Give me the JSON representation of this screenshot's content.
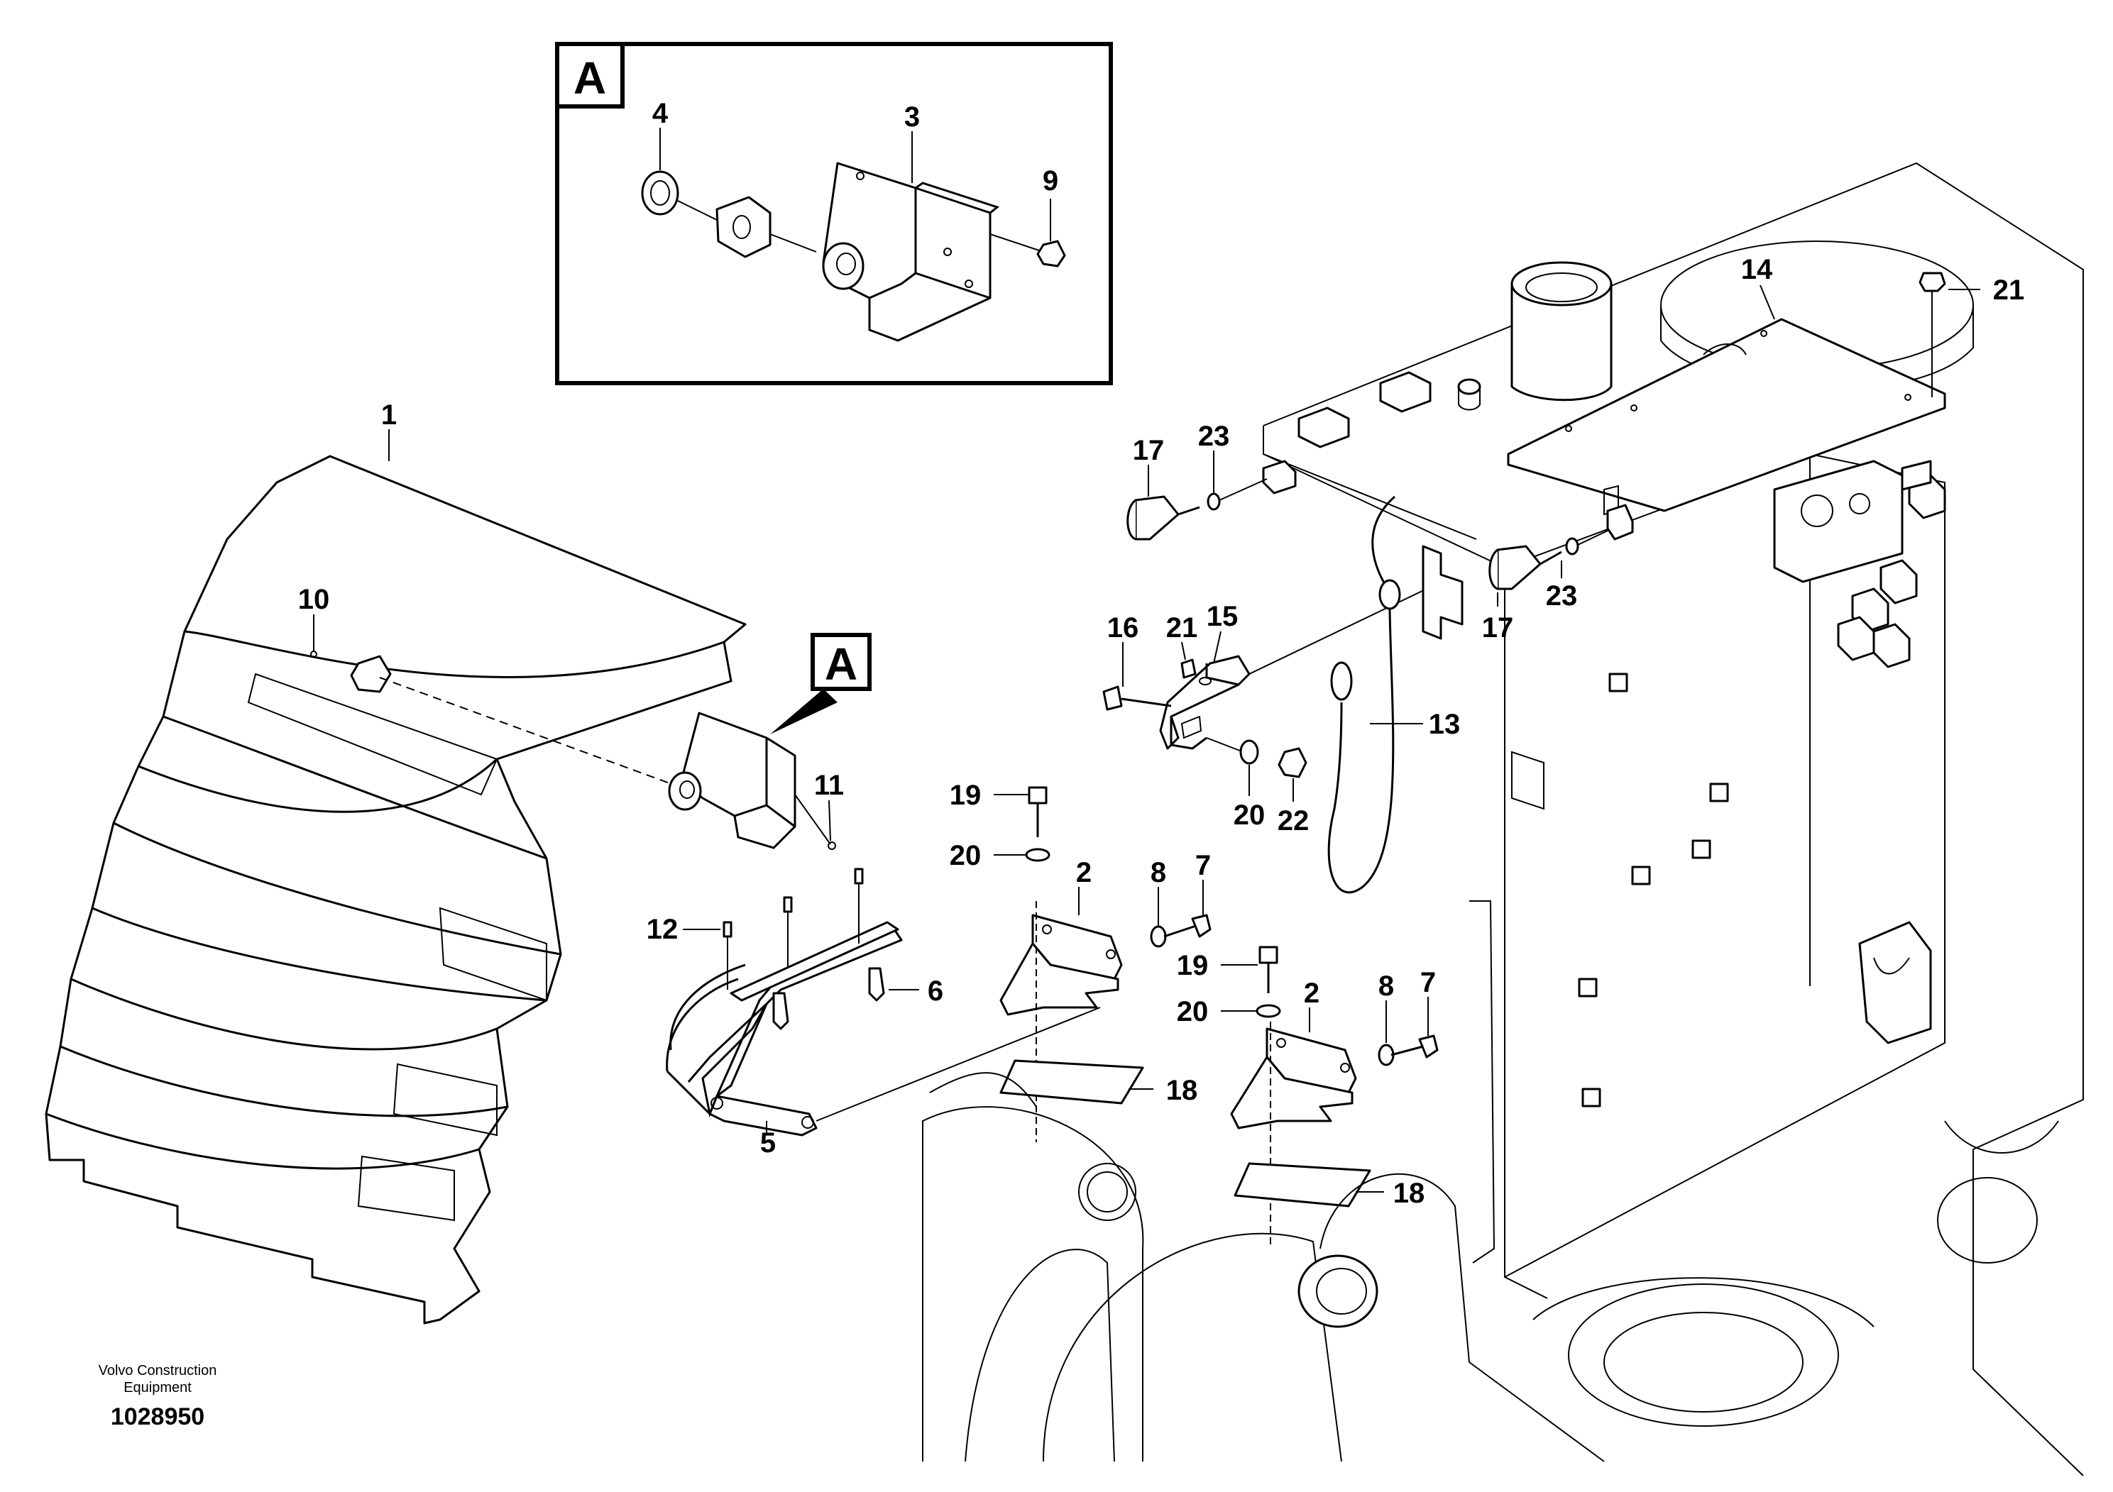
{
  "detail_box": {
    "letter": "A"
  },
  "callout": {
    "letter": "A"
  },
  "labels": [
    {
      "id": "l1",
      "text": "1"
    },
    {
      "id": "l2a",
      "text": "2"
    },
    {
      "id": "l2b",
      "text": "2"
    },
    {
      "id": "l3",
      "text": "3"
    },
    {
      "id": "l4",
      "text": "4"
    },
    {
      "id": "l5",
      "text": "5"
    },
    {
      "id": "l6",
      "text": "6"
    },
    {
      "id": "l7a",
      "text": "7"
    },
    {
      "id": "l7b",
      "text": "7"
    },
    {
      "id": "l8a",
      "text": "8"
    },
    {
      "id": "l8b",
      "text": "8"
    },
    {
      "id": "l9",
      "text": "9"
    },
    {
      "id": "l10",
      "text": "10"
    },
    {
      "id": "l11",
      "text": "11"
    },
    {
      "id": "l12",
      "text": "12"
    },
    {
      "id": "l13",
      "text": "13"
    },
    {
      "id": "l14",
      "text": "14"
    },
    {
      "id": "l15",
      "text": "15"
    },
    {
      "id": "l16",
      "text": "16"
    },
    {
      "id": "l17a",
      "text": "17"
    },
    {
      "id": "l17b",
      "text": "17"
    },
    {
      "id": "l18a",
      "text": "18"
    },
    {
      "id": "l18b",
      "text": "18"
    },
    {
      "id": "l19a",
      "text": "19"
    },
    {
      "id": "l19b",
      "text": "19"
    },
    {
      "id": "l20a",
      "text": "20"
    },
    {
      "id": "l20b",
      "text": "20"
    },
    {
      "id": "l20c",
      "text": "20"
    },
    {
      "id": "l21a",
      "text": "21"
    },
    {
      "id": "l21b",
      "text": "21"
    },
    {
      "id": "l22",
      "text": "22"
    },
    {
      "id": "l23a",
      "text": "23"
    },
    {
      "id": "l23b",
      "text": "23"
    }
  ],
  "footer": {
    "line1": "Volvo Construction",
    "line2": "Equipment",
    "number": "1028950"
  }
}
